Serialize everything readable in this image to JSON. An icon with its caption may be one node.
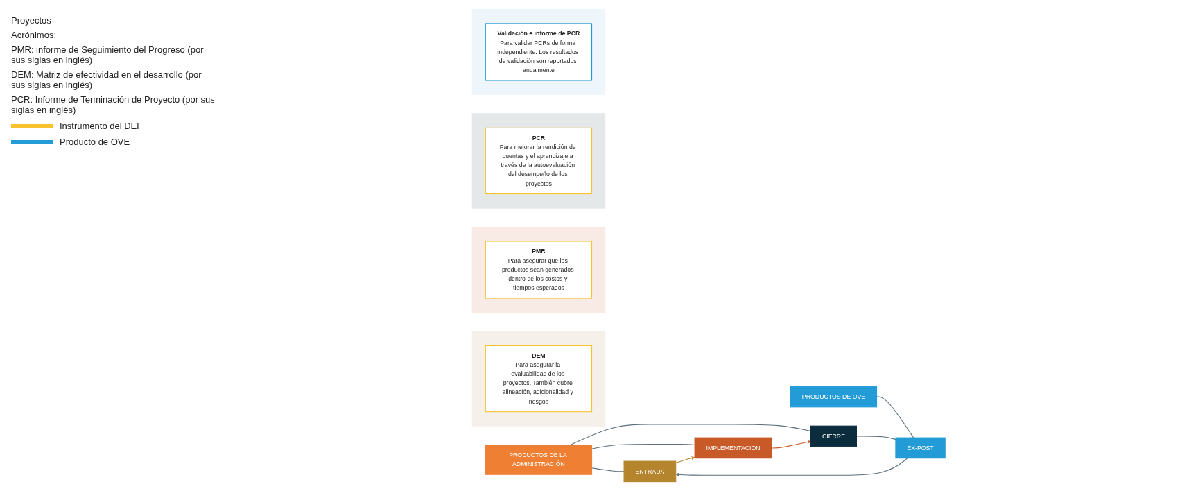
{
  "diagram": {
    "nodes": [
      {
        "text": [
          "PRODUCTOS DE LA ADMINISTRACIÓN"
        ]
      },
      {
        "text": [
          "PRODUCTOS DE OVE"
        ]
      },
      {
        "text": [
          "ENTRADA"
        ]
      },
      {
        "text": [
          "IMPLEMENTACIÓN"
        ]
      },
      {
        "text": [
          "CIERRE"
        ]
      },
      {
        "text": [
          "EX-POST"
        ]
      },
      {
        "text": [],
        "shape": "box"
      },
      {
        "text": [
          "DEM",
          "Para asegurar la evaluabilidad de los proyectos. También cubre alineación, adicionalidad y riesgos"
        ],
        "in": 6
      },
      {
        "text": [],
        "shape": "box"
      },
      {
        "text": [
          "PMR",
          "Para asegurar que los productos sean generados dentro de los costos y tiempos esperados"
        ],
        "in": 8
      },
      {
        "text": [],
        "shape": "box"
      },
      {
        "text": [
          "PCR",
          "Para mejorar la rendición de cuentas y el aprendizaje a través de la autoevaluación del desempeño de los proyectos"
        ],
        "in": 10
      },
      {
        "text": [],
        "shape": "box"
      },
      {
        "text": [
          "Validación e informe de PCR",
          "Para validar PCRs de forma independiente. Los resultados de validación son reportados anualmente"
        ],
        "in": 12
      }
    ],
    "edges": [
      {
        "from": 0,
        "to": 2,
        "arrow": "none"
      },
      {
        "from": 0,
        "to": 3,
        "arrow": "none"
      },
      {
        "from": 0,
        "to": 4,
        "arrow": "none"
      },
      {
        "from": 1,
        "to": 5,
        "arrow": "none"
      },
      {
        "from": 2,
        "to": 3,
        "arrow": "to",
        "color": "#b5852d"
      },
      {
        "from": 3,
        "to": 4,
        "arrow": "to",
        "color": "#c85a28"
      },
      {
        "from": 4,
        "to": 5,
        "arrow": "none"
      },
      {
        "from": 5,
        "to": 2,
        "arrow": "to"
      }
    ],
    "labels": [
      "Proyectos",
      "Acrónimos:",
      "PMR: informe de Seguimiento del Progreso (por sus siglas en inglés)",
      "DEM: Matriz de efectividad en el desarrollo (por sus siglas en inglés)",
      "PCR: Informe de Terminación de Proyecto (por sus siglas en inglés)"
    ],
    "legend": [
      {
        "text": "Instrumento del DEF",
        "color": "#f9c12e"
      },
      {
        "text": "Producto de OVE",
        "color": "#239bd6"
      }
    ]
  }
}
